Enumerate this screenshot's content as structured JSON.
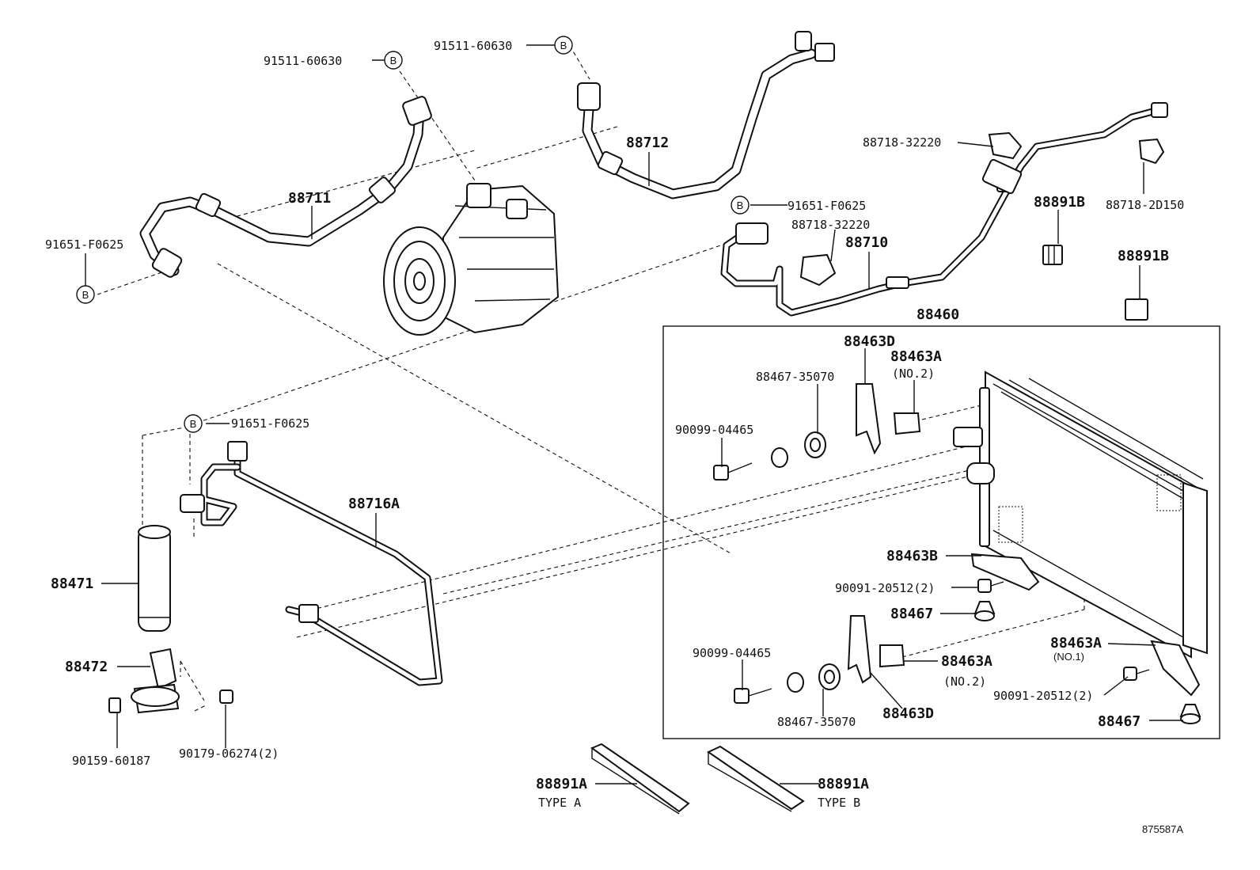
{
  "diagram_id": "875587A",
  "labels": {
    "p91511_a": "91511-60630",
    "p91511_b": "91511-60630",
    "p88712": "88712",
    "p88711": "88711",
    "p91651_left": "91651-F0625",
    "p88718_top": "88718-32220",
    "p88718_2d150": "88718-2D150",
    "p88891b_1": "88891B",
    "p88891b_2": "88891B",
    "p91651_mid": "91651-F0625",
    "p88718_mid": "88718-32220",
    "p88710": "88710",
    "p88460": "88460",
    "p88463d_top": "88463D",
    "p88463a_top": "88463A",
    "p88463a_top_no": "(NO.2)",
    "p88467_35070_top": "88467-35070",
    "p90099_top": "90099-04465",
    "p91651_low": "91651-F0625",
    "p88716a": "88716A",
    "p88471": "88471",
    "p88463b": "88463B",
    "p90091_a": "90091-20512(2)",
    "p88467_a": "88467",
    "p88463a_r": "88463A",
    "p88463a_r_no": "(NO.1)",
    "p90099_bot": "90099-04465",
    "p88463a_mid": "88463A",
    "p88463a_mid_no": "(NO.2)",
    "p90091_b": "90091-20512(2)",
    "p88467_b": "88467",
    "p88467_35070_bot": "88467-35070",
    "p88463d_bot": "88463D",
    "p88472": "88472",
    "p90159": "90159-60187",
    "p90179": "90179-06274(2)",
    "p88891a_1": "88891A",
    "type_a": "TYPE A",
    "p88891a_2": "88891A",
    "type_b": "TYPE B",
    "ref_b": "B"
  }
}
